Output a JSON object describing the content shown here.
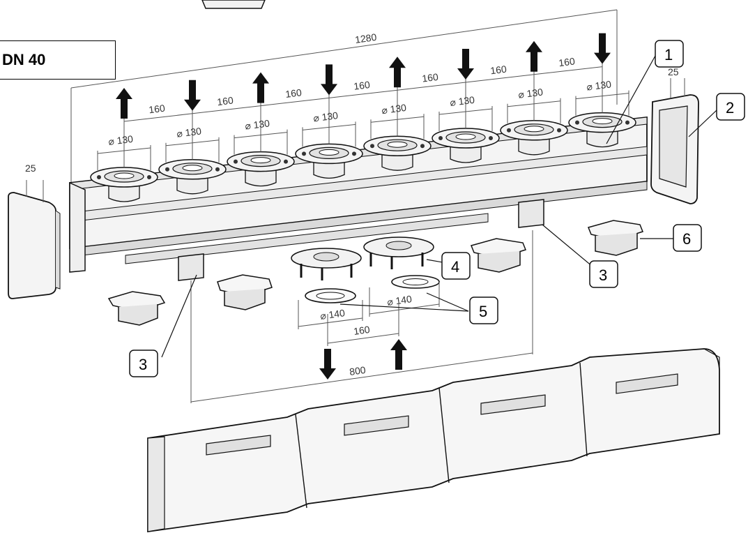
{
  "title": "DN 40",
  "dimensions": {
    "overall_length": "1280",
    "pitch": "160",
    "flange_diameter": "⌀ 130",
    "gasket_diameter": "⌀ 140",
    "cap_width": "25",
    "bottom_distance": "800"
  },
  "callouts": [
    {
      "id": "1"
    },
    {
      "id": "2"
    },
    {
      "id": "3"
    },
    {
      "id": "4"
    },
    {
      "id": "5"
    },
    {
      "id": "6"
    }
  ],
  "top_flows": [
    "up",
    "down",
    "up",
    "down",
    "up",
    "down",
    "up",
    "down"
  ],
  "bottom_flows": [
    "down",
    "up"
  ],
  "colors": {
    "line": "#111111",
    "dim_line": "#555555",
    "arrow": "#111111",
    "fill": "#f2f2f2"
  }
}
